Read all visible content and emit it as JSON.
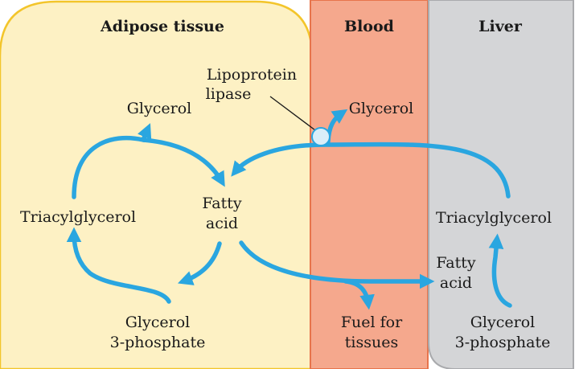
{
  "colors": {
    "adipose_fill": "#fdf1c4",
    "adipose_border": "#f3c52b",
    "blood_fill": "#f5a88d",
    "blood_border": "#e7744c",
    "liver_fill": "#d4d5d7",
    "liver_border": "#a9aaad",
    "arrow": "#2aa6e0",
    "enzyme": "#d9eef9"
  },
  "regions": {
    "adipose": "Adipose tissue",
    "blood": "Blood",
    "liver": "Liver"
  },
  "labels": {
    "lipase_line1": "Lipoprotein",
    "lipase_line2": "lipase",
    "adipose_glycerol": "Glycerol",
    "adipose_tag": "Triacylglycerol",
    "adipose_fa_line1": "Fatty",
    "adipose_fa_line2": "acid",
    "adipose_g3p_line1": "Glycerol",
    "adipose_g3p_line2": "3-phosphate",
    "blood_glycerol": "Glycerol",
    "fuel_line1": "Fuel for",
    "fuel_line2": "tissues",
    "liver_tag": "Triacylglycerol",
    "liver_fa_line1": "Fatty",
    "liver_fa_line2": "acid",
    "liver_g3p_line1": "Glycerol",
    "liver_g3p_line2": "3-phosphate"
  }
}
